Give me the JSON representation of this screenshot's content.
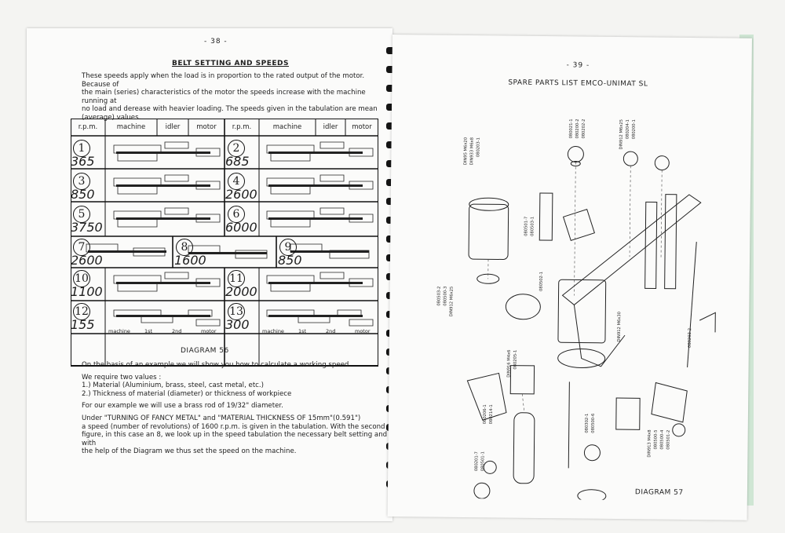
{
  "left_page": {
    "page_number": "- 38 -",
    "title": "BELT SETTING AND SPEEDS",
    "intro": [
      "These speeds apply when the load is in proportion to the rated output of the motor. Because of",
      "the main (series) characteristics of the motor the speeds increase with the machine running at",
      "no load and derease with heavier loading. The speeds given in the tabulation are mean",
      "(average) values."
    ],
    "table_headers": [
      "r.p.m.",
      "machine",
      "idler",
      "motor",
      "r.p.m.",
      "machine",
      "idler",
      "motor"
    ],
    "speeds": [
      {
        "n": "1",
        "rpm": "365"
      },
      {
        "n": "2",
        "rpm": "685"
      },
      {
        "n": "3",
        "rpm": "850"
      },
      {
        "n": "4",
        "rpm": "2600"
      },
      {
        "n": "5",
        "rpm": "3750"
      },
      {
        "n": "6",
        "rpm": "6000"
      },
      {
        "n": "7",
        "rpm": "2600"
      },
      {
        "n": "8",
        "rpm": "1600"
      },
      {
        "n": "9",
        "rpm": "850"
      },
      {
        "n": "10",
        "rpm": "1100"
      },
      {
        "n": "11",
        "rpm": "2000"
      },
      {
        "n": "12",
        "rpm": "155"
      },
      {
        "n": "13",
        "rpm": "300"
      }
    ],
    "bottom_labels": [
      "machine",
      "1st",
      "2nd",
      "motor"
    ],
    "diagram_caption": "DIAGRAM 56",
    "body": [
      "On the basis of an example we will show you how to calculate a working speed.",
      "We require two values :",
      "1.) Material (Aluminium, brass, steel, cast metal, etc.)",
      "2.) Thickness of material (diameter) or thickness of workpiece",
      "For our example we will use a brass rod of 19/32\" diameter.",
      "Under \"TURNING OF FANCY METAL\" and \"MATERIAL THICKNESS OF 15mm\"(0.591\")",
      "a speed (number of revolutions) of 1600 r.p.m. is given in the tabulation. With the second",
      "figure, in this case an 8, we look up in the speed tabulation the necessary belt setting and with",
      "the help of the Diagram we thus set the speed on the machine."
    ]
  },
  "right_page": {
    "page_number": "- 39 -",
    "title": "SPARE PARTS LIST EMCO-UNIMAT SL",
    "diagram_caption": "DIAGRAM 57",
    "part_labels": [
      "080203-1",
      "DIN95 M6x20",
      "DIN933 M6x8",
      "080021-1",
      "080200-2",
      "080202-2",
      "DIN912 M6x25",
      "080204-1",
      "080200-1",
      "080501-7",
      "080503-1",
      "DIN912 M6x30",
      "080203-2",
      "080503-2",
      "080500-3",
      "DIN912 M6x25",
      "080502-1",
      "080206-1",
      "080214-1",
      "DIN916 M4x6",
      "080205-1",
      "080201-7",
      "080501-1",
      "080302-1",
      "080500-6",
      "DIN913 M4x8",
      "080500-5",
      "080500-4",
      "080501-2"
    ]
  }
}
